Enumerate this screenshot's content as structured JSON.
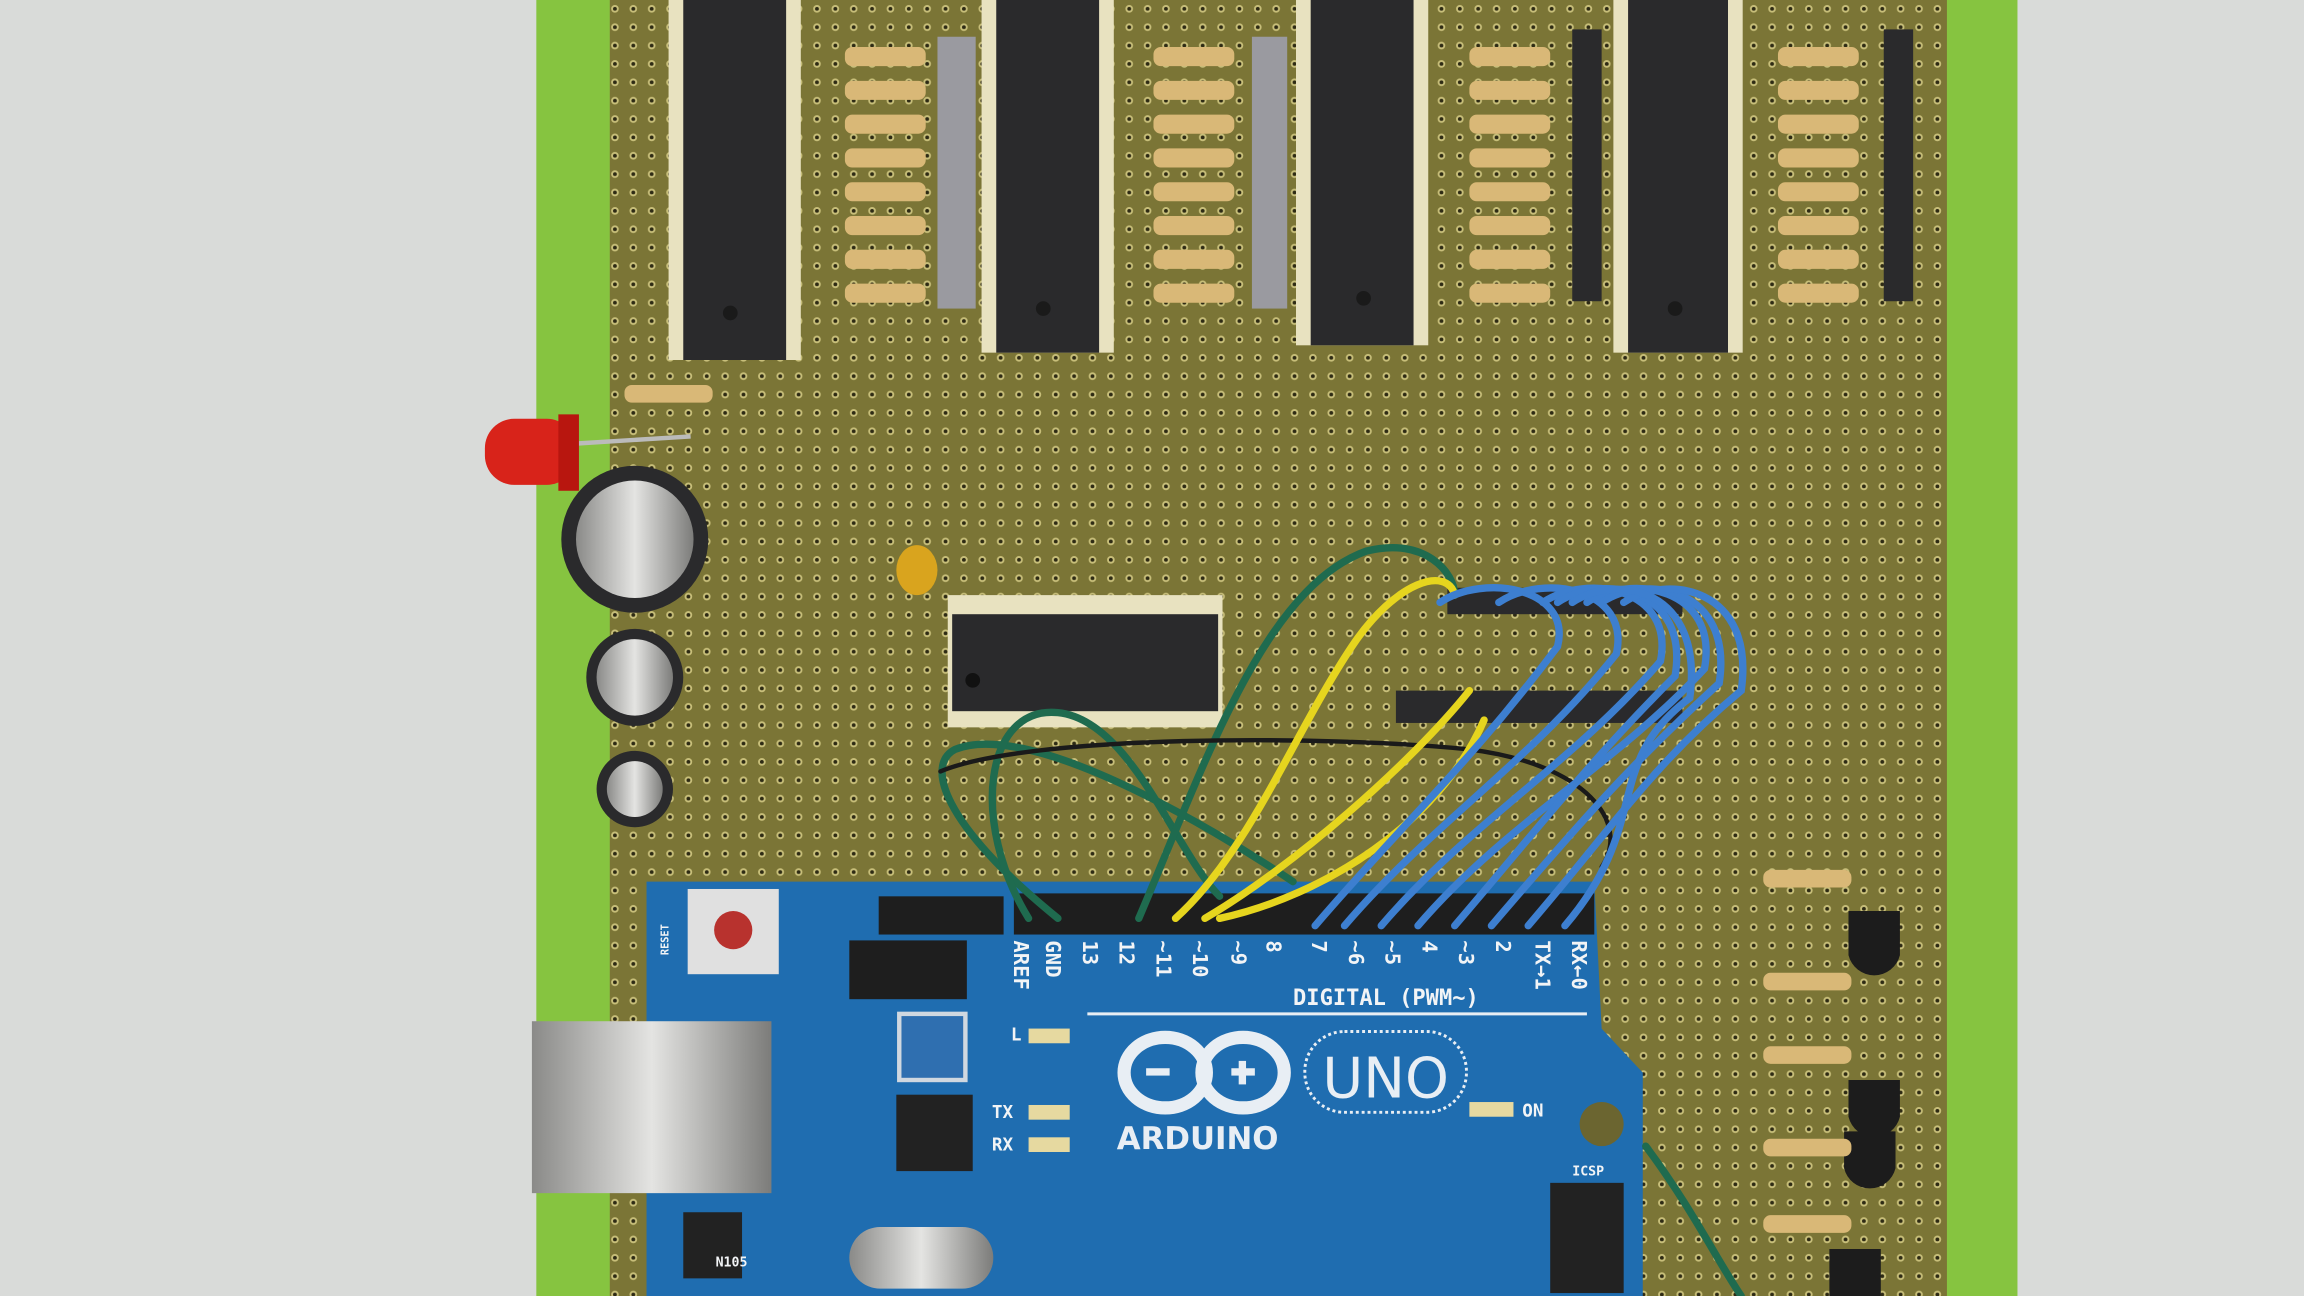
{
  "board": {
    "digital_label": "DIGITAL (PWM~)",
    "brand": "ARDUINO",
    "model": "UNO",
    "pins": [
      "AREF",
      "GND",
      "13",
      "12",
      "~11",
      "~10",
      "~9",
      "8",
      "7",
      "~6",
      "~5",
      "4",
      "~3",
      "2",
      "TX→1",
      "RX←0"
    ],
    "led_labels": {
      "l": "L",
      "tx": "TX",
      "rx": "RX",
      "on": "ON"
    },
    "icsp": "ICSP",
    "reset": "RESET",
    "chip_mark": "N105"
  },
  "colors": {
    "background": "#d9dbd9",
    "pcb_edge": "#86c440",
    "perfboard": "#7b7536",
    "arduino_blue": "#1f6db0",
    "wire_green": "#1f6b4f",
    "wire_yellow": "#e6d51e",
    "wire_blue": "#3d7fd0",
    "led_red": "#d8231a"
  }
}
